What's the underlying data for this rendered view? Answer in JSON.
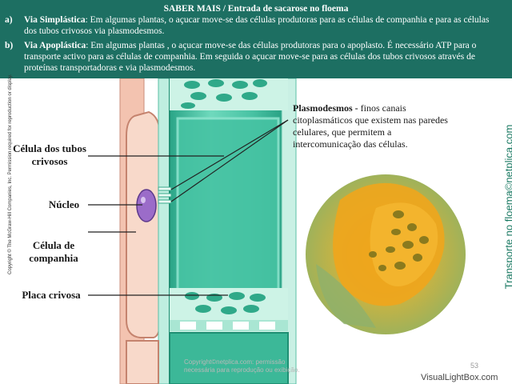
{
  "header": {
    "title": "SABER MAIS / Entrada de sacarose no floema",
    "item_a_label": "a)",
    "item_a_term": "Via Simplástica",
    "item_a_text": ": Em algumas plantas, o açucar move-se das células produtoras para as células de companhia e para as células dos tubos crivosos via plasmodesmos.",
    "item_b_label": "b)",
    "item_b_term": "Via Apoplástica",
    "item_b_text": ": Em algumas plantas , o açucar move-se das células produtoras  para o apoplasto. É necessário ATP para o transporte activo para as células de companhia. Em seguida o açucar move-se para as células dos tubos crivosos através de proteínas transportadoras e via plasmodesmos."
  },
  "labels": {
    "sieve_tube": "Célula dos tubos crivosos",
    "nucleus": "Núcleo",
    "companion": "Célula de companhia",
    "sieve_plate": "Placa crivosa"
  },
  "plasmodesmata": {
    "term": "Plasmodesmos -",
    "text": " finos canais citoplasmáticos que existem nas paredes celulares, que permitem a intercomunicação das células."
  },
  "side_title": "Transporte no floema©netplica.com",
  "side_copyright": "Copyright © The McGraw-Hill Companies, Inc. Permission required for reproduction or display.",
  "watermark": "Copyright©netplica.com: permissão necessária para reprodução ou exibição.",
  "page_number": "53",
  "footer_brand": "VisualLightBox.com",
  "colors": {
    "header_bg": "#1d6f62",
    "sieve_tube": "#3fbf9f",
    "companion_cell": "#f6d4c4",
    "nucleus": "#9b6cc9",
    "side_title": "#1b7a63"
  }
}
